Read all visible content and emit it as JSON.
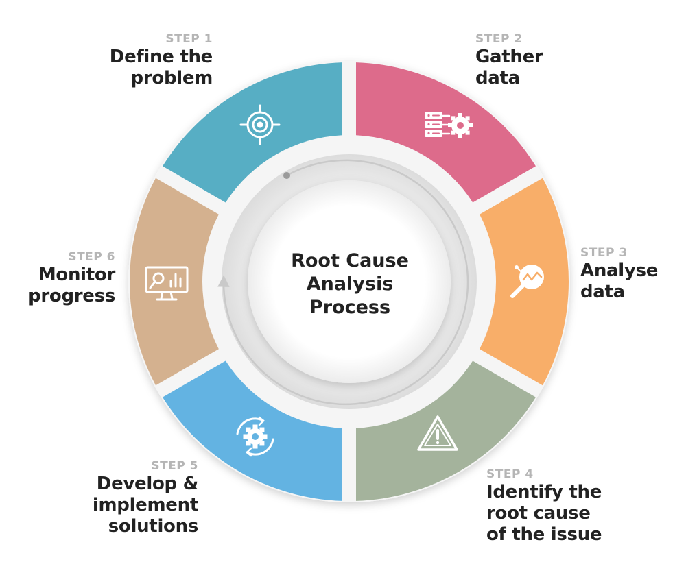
{
  "center": {
    "title": "Root Cause\nAnalysis\nProcess"
  },
  "steps": [
    {
      "number": "STEP 1",
      "title": "Define the\nproblem",
      "color": "#57aec4",
      "icon": "target-icon"
    },
    {
      "number": "STEP 2",
      "title": "Gather\ndata",
      "color": "#dd6b8b",
      "icon": "server-gear-icon"
    },
    {
      "number": "STEP 3",
      "title": "Analyse\ndata",
      "color": "#f8ae69",
      "icon": "magnifier-chart-icon"
    },
    {
      "number": "STEP 4",
      "title": "Identify the\nroot cause\nof the issue",
      "color": "#a4b39c",
      "icon": "warning-icon"
    },
    {
      "number": "STEP 5",
      "title": "Develop &\nimplement\nsolutions",
      "color": "#63b3e2",
      "icon": "gear-cycle-icon"
    },
    {
      "number": "STEP 6",
      "title": "Monitor\nprogress",
      "color": "#d4b18f",
      "icon": "monitor-analytics-icon"
    }
  ],
  "colors": {
    "ring_track": "#c9c9c9",
    "background": "#ffffff",
    "text": "#222222",
    "step_label": "#b5b5b5"
  }
}
